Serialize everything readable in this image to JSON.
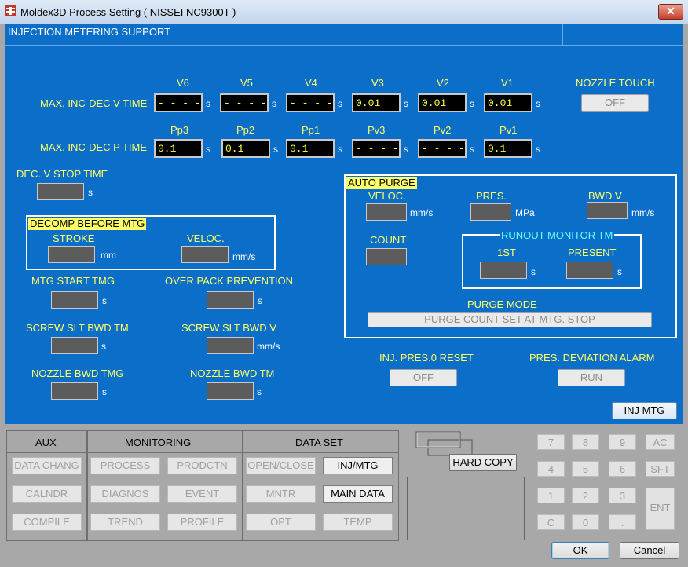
{
  "window": {
    "title": "Moldex3D Process Setting ( NISSEI NC9300T )",
    "close_glyph": "✕"
  },
  "header": {
    "section_title": "INJECTION METERING SUPPORT"
  },
  "v_time": {
    "row_label": "MAX. INC-DEC V TIME",
    "columns": [
      "V6",
      "V5",
      "V4",
      "V3",
      "V2",
      "V1"
    ],
    "values": [
      "- - - - - - -",
      "- - - - - - -",
      "- - - - - - -",
      "0.01",
      "0.01",
      "0.01"
    ],
    "unit": "s"
  },
  "p_time": {
    "row_label": "MAX. INC-DEC P TIME",
    "columns": [
      "Pp3",
      "Pp2",
      "Pp1",
      "Pv3",
      "Pv2",
      "Pv1"
    ],
    "values": [
      "0.1",
      "0.1",
      "0.1",
      "- - - - - - -",
      "- - - - - - -",
      "0.1"
    ],
    "unit": "s"
  },
  "nozzle_touch": {
    "label": "NOZZLE TOUCH",
    "value": "OFF"
  },
  "dec_v_stop": {
    "label": "DEC. V STOP TIME",
    "unit": "s"
  },
  "decomp": {
    "title": "DECOMP BEFORE MTG",
    "stroke_label": "STROKE",
    "stroke_unit": "mm",
    "veloc_label": "VELOC.",
    "veloc_unit": "mm/s"
  },
  "mtg_start": {
    "label": "MTG START TMG",
    "unit": "s"
  },
  "over_pack": {
    "label": "OVER PACK PREVENTION",
    "unit": "s"
  },
  "screw_bwd_tm": {
    "label": "SCREW SLT BWD TM",
    "unit": "s"
  },
  "screw_bwd_v": {
    "label": "SCREW SLT BWD V",
    "unit": "mm/s"
  },
  "nozzle_bwd_tmg": {
    "label": "NOZZLE BWD TMG",
    "unit": "s"
  },
  "nozzle_bwd_tm": {
    "label": "NOZZLE BWD TM",
    "unit": "s"
  },
  "auto_purge": {
    "title": "AUTO PURGE",
    "veloc_label": "VELOC.",
    "veloc_unit": "mm/s",
    "pres_label": "PRES.",
    "pres_unit": "MPa",
    "bwdv_label": "BWD V",
    "bwdv_unit": "mm/s",
    "count_label": "COUNT",
    "runout_title": "RUNOUT MONITOR TM",
    "first_label": "1ST",
    "first_unit": "s",
    "present_label": "PRESENT",
    "present_unit": "s",
    "purge_mode_label": "PURGE MODE",
    "purge_mode_value": "PURGE COUNT SET AT MTG. STOP"
  },
  "inj_pres_reset": {
    "label": "INJ. PRES.0 RESET",
    "value": "OFF"
  },
  "pres_dev_alarm": {
    "label": "PRES. DEVIATION ALARM",
    "value": "RUN"
  },
  "inj_mtg_button": "INJ MTG",
  "aux": {
    "title": "AUX",
    "buttons": [
      "DATA CHANG",
      "CALNDR",
      "COMPILE"
    ]
  },
  "monitoring": {
    "title": "MONITORING",
    "buttons": [
      "PROCESS",
      "PRODCTN",
      "DIAGNOS",
      "EVENT",
      "TREND",
      "PROFILE"
    ]
  },
  "data_set": {
    "title": "DATA SET",
    "buttons": [
      "OPEN/CLOSE",
      "INJ/MTG",
      "MNTR",
      "MAIN DATA",
      "OPT",
      "TEMP"
    ]
  },
  "hard_copy": "HARD COPY",
  "keypad": {
    "keys": [
      "7",
      "8",
      "9",
      "AC",
      "4",
      "5",
      "6",
      "SFT",
      "1",
      "2",
      "3",
      "C",
      "0",
      "."
    ],
    "enter": "ENT"
  },
  "dialog": {
    "ok": "OK",
    "cancel": "Cancel"
  }
}
